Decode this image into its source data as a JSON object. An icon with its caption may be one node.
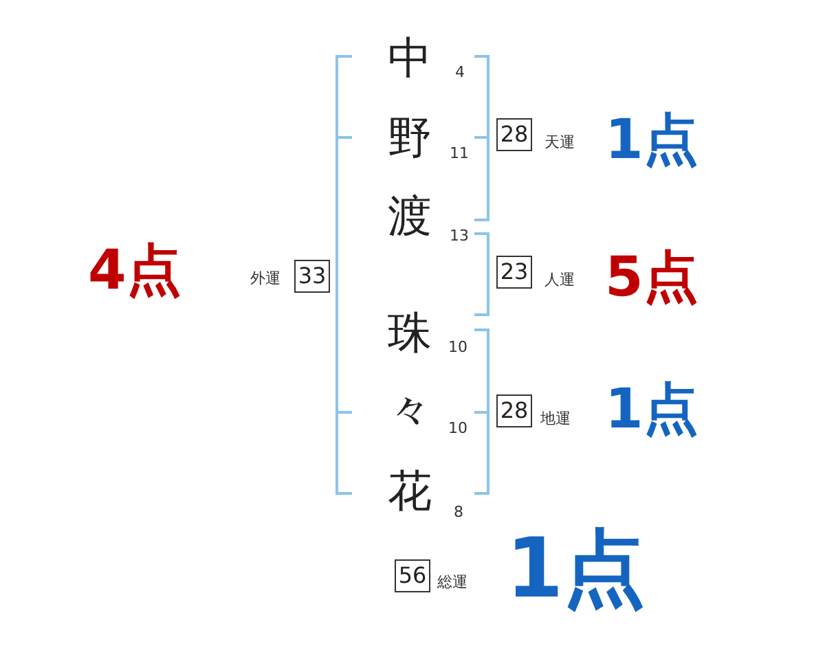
{
  "diagram": {
    "nodes": [
      {
        "text": [
          "28"
        ],
        "beside": [
          "天運",
          "1点"
        ]
      },
      {
        "text": [
          "33"
        ],
        "beside": [
          "4点",
          "外運"
        ]
      },
      {
        "text": [
          "23"
        ],
        "beside": [
          "人運",
          "5点"
        ]
      },
      {
        "text": [
          "28"
        ],
        "beside": [
          "地運",
          "1点"
        ]
      },
      {
        "text": [
          "56"
        ],
        "beside": [
          "総運",
          "1点"
        ]
      }
    ],
    "labels": [
      "中",
      "4",
      "野",
      "11",
      "渡",
      "13",
      "珠",
      "10",
      "々",
      "10",
      "花",
      "8"
    ]
  }
}
